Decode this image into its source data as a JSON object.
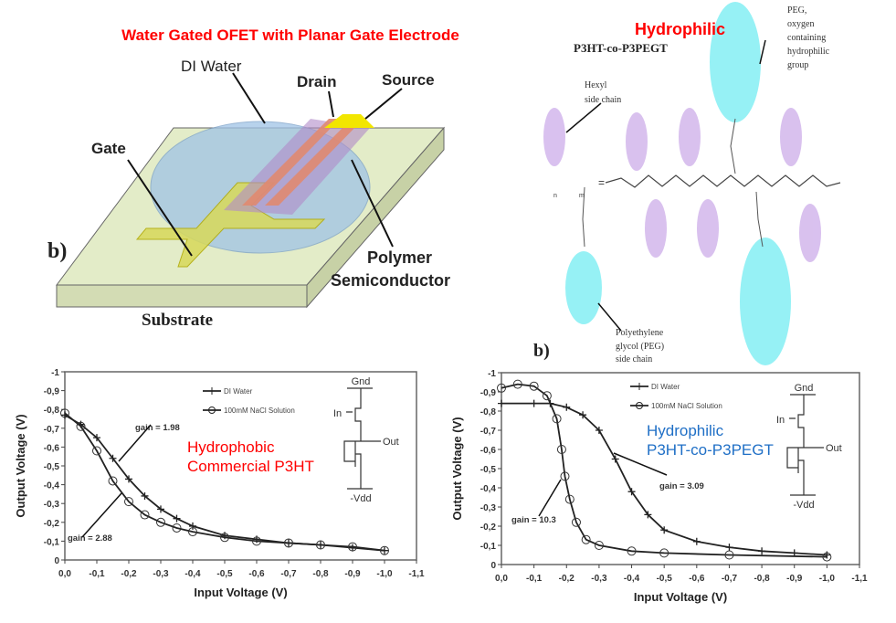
{
  "figure_a": {
    "title": "Water Gated OFET with Planar Gate Electrode",
    "labels": {
      "di_water": "DI Water",
      "drain": "Drain",
      "source": "Source",
      "gate": "Gate",
      "polymer": "Polymer",
      "semiconductor": "Semiconductor",
      "substrate": "Substrate",
      "panel": "b)"
    },
    "colors": {
      "title": "#ff0000",
      "water": "#9fc3e6",
      "electrode": "#f2e600",
      "substrate": "#e3ecc8"
    }
  },
  "figure_b": {
    "title": "Hydrophilic",
    "subtitle": "P3HT-co-P3PEGT",
    "labels": {
      "peg": [
        "PEG,",
        "oxygen",
        "containing",
        "hydrophilic",
        "group"
      ],
      "hexyl": [
        "Hexyl",
        "side chain"
      ],
      "peg_side": [
        "Polyethylene",
        "glycol (PEG)",
        "side chain"
      ],
      "panel": "b)",
      "formula_n": "n",
      "formula_m": "m",
      "equals": "="
    },
    "colors": {
      "hexyl": "#c9a7e8",
      "peg": "#3fe6ec"
    }
  },
  "chart_data": [
    {
      "type": "line",
      "title": "",
      "annotation": [
        "Hydrophobic",
        "Commercial P3HT"
      ],
      "annotation_color": "#ff0000",
      "xlabel": "Input Voltage (V)",
      "ylabel": "Output Voltage (V)",
      "xlim": [
        0,
        -1.1
      ],
      "ylim": [
        0,
        -1
      ],
      "xticks": [
        "0,0",
        "-0,1",
        "-0,2",
        "-0,3",
        "-0,4",
        "-0,5",
        "-0,6",
        "-0,7",
        "-0,8",
        "-0,9",
        "-1,0",
        "-1,1"
      ],
      "yticks": [
        "0",
        "-0,1",
        "-0,2",
        "-0,3",
        "-0,4",
        "-0,5",
        "-0,6",
        "-0,7",
        "-0,8",
        "-0,9",
        "-1"
      ],
      "legend": "top-center",
      "gain_labels": [
        "gain = 1.98",
        "gain = 2.88"
      ],
      "circuit": {
        "top": "Gnd",
        "in": "In",
        "out": "Out",
        "bottom": "-Vdd"
      },
      "series": [
        {
          "name": "DI Water",
          "marker": "plus",
          "x": [
            0,
            -0.05,
            -0.1,
            -0.15,
            -0.2,
            -0.25,
            -0.3,
            -0.35,
            -0.4,
            -0.5,
            -0.6,
            -0.7,
            -0.8,
            -0.9,
            -1.0
          ],
          "y": [
            -0.77,
            -0.72,
            -0.65,
            -0.54,
            -0.43,
            -0.34,
            -0.27,
            -0.22,
            -0.18,
            -0.13,
            -0.11,
            -0.09,
            -0.08,
            -0.065,
            -0.05
          ]
        },
        {
          "name": "100mM NaCl Solution",
          "marker": "circle",
          "x": [
            0,
            -0.05,
            -0.1,
            -0.15,
            -0.2,
            -0.25,
            -0.3,
            -0.35,
            -0.4,
            -0.5,
            -0.6,
            -0.7,
            -0.8,
            -0.9,
            -1.0
          ],
          "y": [
            -0.78,
            -0.71,
            -0.58,
            -0.42,
            -0.31,
            -0.24,
            -0.2,
            -0.17,
            -0.15,
            -0.12,
            -0.1,
            -0.09,
            -0.08,
            -0.07,
            -0.05
          ]
        }
      ]
    },
    {
      "type": "line",
      "title": "",
      "annotation": [
        "Hydrophilic",
        "P3HT-co-P3PEGT"
      ],
      "annotation_color": "#1f6fc6",
      "xlabel": "Input Voltage (V)",
      "ylabel": "Output Voltage (V)",
      "xlim": [
        0,
        -1.1
      ],
      "ylim": [
        0,
        -1
      ],
      "xticks": [
        "0,0",
        "-0,1",
        "-0,2",
        "-0,3",
        "-0,4",
        "-0,5",
        "-0,6",
        "-0,7",
        "-0,8",
        "-0,9",
        "-1,0",
        "-1,1"
      ],
      "yticks": [
        "0",
        "-0,1",
        "-0,2",
        "-0,3",
        "-0,4",
        "-0,5",
        "-0,6",
        "-0,7",
        "-0,8",
        "-0,9",
        "-1"
      ],
      "legend": "top-center",
      "gain_labels": [
        "gain = 3.09",
        "gain = 10.3"
      ],
      "circuit": {
        "top": "Gnd",
        "in": "In",
        "out": "Out",
        "bottom": "-Vdd"
      },
      "series": [
        {
          "name": "DI Water",
          "marker": "plus",
          "x": [
            0,
            -0.1,
            -0.15,
            -0.2,
            -0.25,
            -0.3,
            -0.35,
            -0.4,
            -0.45,
            -0.5,
            -0.6,
            -0.7,
            -0.8,
            -0.9,
            -1.0
          ],
          "y": [
            -0.84,
            -0.84,
            -0.84,
            -0.82,
            -0.78,
            -0.7,
            -0.55,
            -0.38,
            -0.26,
            -0.18,
            -0.12,
            -0.09,
            -0.07,
            -0.06,
            -0.05
          ]
        },
        {
          "name": "100mM NaCl Solution",
          "marker": "circle",
          "x": [
            0,
            -0.05,
            -0.1,
            -0.14,
            -0.17,
            -0.185,
            -0.195,
            -0.21,
            -0.23,
            -0.26,
            -0.3,
            -0.4,
            -0.5,
            -0.7,
            -1.0
          ],
          "y": [
            -0.92,
            -0.94,
            -0.93,
            -0.88,
            -0.76,
            -0.6,
            -0.46,
            -0.34,
            -0.22,
            -0.13,
            -0.1,
            -0.07,
            -0.06,
            -0.05,
            -0.04
          ]
        }
      ]
    }
  ]
}
